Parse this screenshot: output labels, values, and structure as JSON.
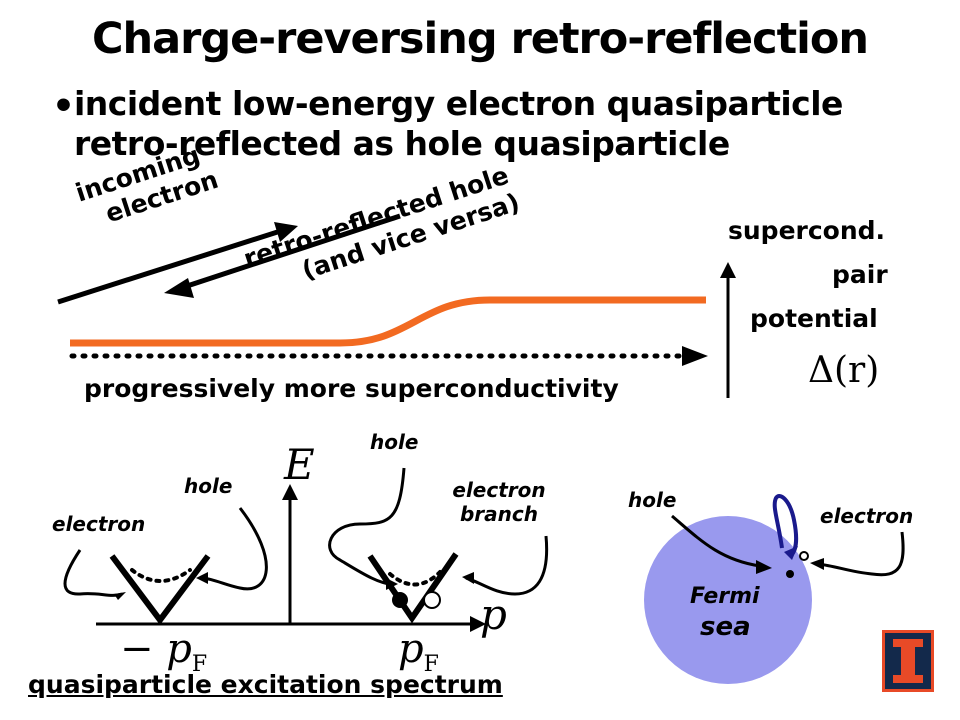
{
  "slide": {
    "title": "Charge-reversing retro-reflection",
    "bullet": {
      "line1": "incident low-energy electron quasiparticle",
      "line2": "retro-reflected as hole quasiparticle"
    }
  },
  "top_diagram": {
    "incoming_label_1": "incoming",
    "incoming_label_2": "electron",
    "retro_label_1": "retro-reflected hole",
    "retro_label_2": "(and vice versa)",
    "potential_label_1": "supercond.",
    "potential_label_2": "pair",
    "potential_label_3": "potential",
    "delta_symbol": "Δ(r)",
    "axis_caption": "progressively more superconductivity"
  },
  "spectrum": {
    "energy_axis": "E",
    "momentum_axis": "p",
    "neg_pf": "− p",
    "pos_pf": "p",
    "pf_subscript": "F",
    "label_electron": "electron",
    "label_hole_left": "hole",
    "label_hole_top": "hole",
    "label_electron_branch_1": "electron",
    "label_electron_branch_2": "branch",
    "caption": "quasiparticle excitation spectrum"
  },
  "fermi": {
    "hole_label": "hole",
    "electron_label": "electron",
    "sea_label_1": "Fermi",
    "sea_label_2": "sea",
    "fill_color": "#9999ee"
  },
  "colors": {
    "orange": "#f26a21",
    "arrow_blue": "#1a1a8c"
  }
}
